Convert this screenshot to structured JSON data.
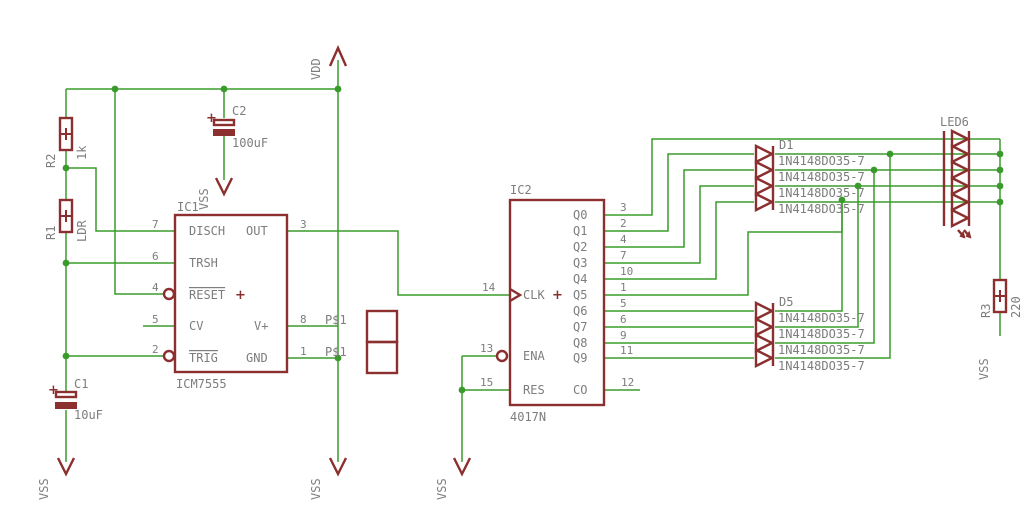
{
  "supply": {
    "vdd": "VDD",
    "vss": "VSS"
  },
  "r1": {
    "name": "R1",
    "value": "LDR"
  },
  "r2": {
    "name": "R2",
    "value": "1k"
  },
  "r3": {
    "name": "R3",
    "value": "220"
  },
  "c1": {
    "name": "C1",
    "value": "10uF"
  },
  "c2": {
    "name": "C2",
    "value": "100uF"
  },
  "ic1": {
    "name": "IC1",
    "part": "ICM7555",
    "pins": {
      "disch": "DISCH",
      "trsh": "TRSH",
      "reset": "RESET",
      "cv": "CV",
      "trig": "TRIG",
      "out": "OUT",
      "vplus": "V+",
      "gnd": "GND"
    },
    "pin_numbers": {
      "disch": "7",
      "trsh": "6",
      "reset": "4",
      "cv": "5",
      "trig": "2",
      "out": "3",
      "vplus": "8",
      "gnd": "1"
    }
  },
  "ps": {
    "label1": "P$1",
    "label2": "P$1"
  },
  "ic2": {
    "name": "IC2",
    "part": "4017N",
    "pins": {
      "clk": "CLK",
      "ena": "ENA",
      "res": "RES",
      "outputs": [
        "Q0",
        "Q1",
        "Q2",
        "Q3",
        "Q4",
        "Q5",
        "Q6",
        "Q7",
        "Q8",
        "Q9"
      ],
      "co": "CO"
    },
    "pin_numbers": {
      "clk": "14",
      "ena": "13",
      "res": "15",
      "co": "12",
      "outputs": [
        "3",
        "2",
        "4",
        "7",
        "10",
        "1",
        "5",
        "6",
        "9",
        "11"
      ]
    }
  },
  "diodes_top": {
    "name": "D1",
    "labels": [
      "1N4148DO35-7",
      "1N4148DO35-7",
      "1N4148DO35-7",
      "1N4148DO35-7"
    ]
  },
  "diodes_bottom": {
    "name": "D5",
    "labels": [
      "1N4148DO35-7",
      "1N4148DO35-7",
      "1N4148DO35-7",
      "1N4148DO35-7"
    ]
  },
  "led": {
    "name": "LED6"
  }
}
